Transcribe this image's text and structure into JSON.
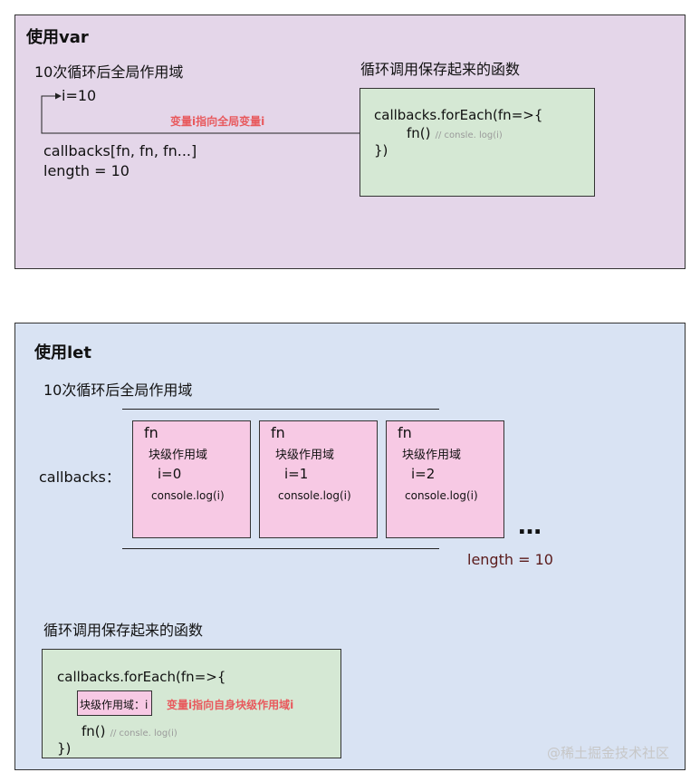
{
  "var_panel": {
    "title": "使用var",
    "global_scope_title": "10次循环后全局作用域",
    "i_value": "i=10",
    "callbacks_text": "callbacks[fn, fn, fn...]",
    "length_text": "length = 10",
    "pointer_label": "变量i指向全局变量i",
    "function_title": "循环调用保存起来的函数",
    "code_line1": "callbacks.forEach(fn=>{",
    "code_fn": "fn()",
    "code_comment": "// consle. log(i)",
    "code_close": "})"
  },
  "let_panel": {
    "title": "使用let",
    "global_scope_title": "10次循环后全局作用域",
    "callbacks_label": "callbacks：",
    "items": [
      {
        "fn": "fn",
        "scope": "块级作用域",
        "i": "i=0",
        "log": "console.log(i)"
      },
      {
        "fn": "fn",
        "scope": "块级作用域",
        "i": "i=1",
        "log": "console.log(i)"
      },
      {
        "fn": "fn",
        "scope": "块级作用域",
        "i": "i=2",
        "log": "console.log(i)"
      }
    ],
    "ellipsis": "…",
    "length_text": "length = 10",
    "function_title": "循环调用保存起来的函数",
    "code_line1": "callbacks.forEach(fn=>{",
    "inner_scope": "块级作用域：i",
    "pointer_label": "变量i指向自身块级作用域i",
    "code_fn": "fn()",
    "code_comment": "// consle. log(i)",
    "code_close": "})"
  },
  "watermark": "@稀土掘金技术社区",
  "colors": {
    "var_bg": "#e4d6e9",
    "let_bg": "#d9e3f3",
    "green_box": "#d5e8d4",
    "pink_box": "#f7c9e4",
    "red_text": "#e8595d",
    "length_text": "#5a1a1a"
  }
}
